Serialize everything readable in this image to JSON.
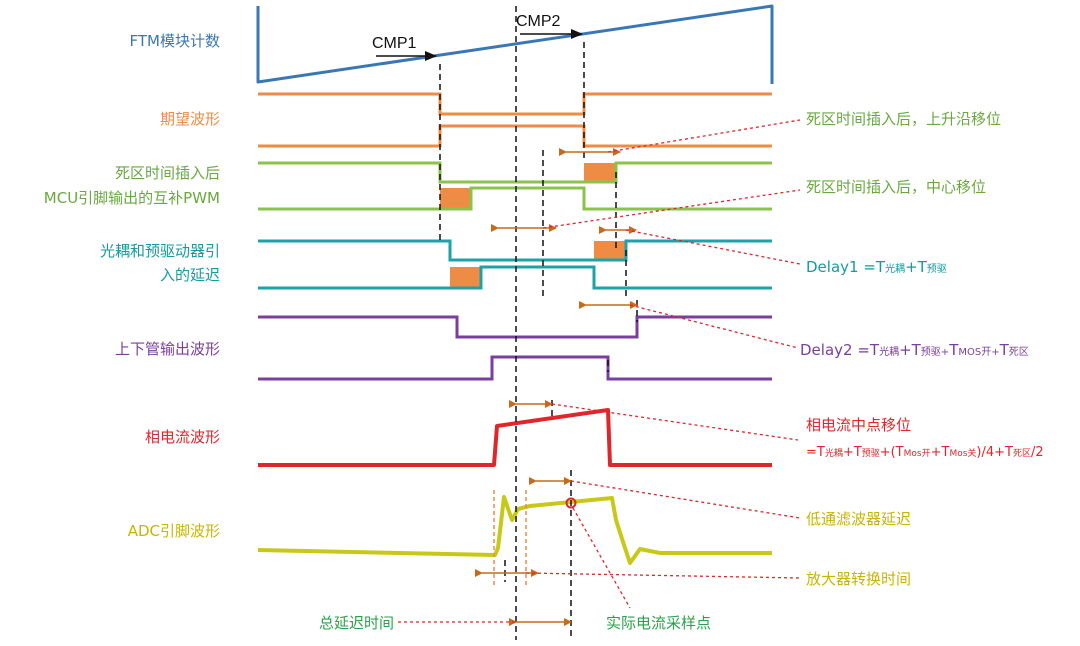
{
  "colors": {
    "blue": "#3a78b5",
    "orange": "#ee8c46",
    "green": "#8bc34a",
    "teal": "#1ba3a8",
    "purple": "#7a3f9d",
    "red": "#e0262a",
    "yellow": "#c8c818",
    "annot_green": "#6aa83f",
    "annot_teal": "#139ba0",
    "annot_purple": "#7a3f9d",
    "annot_red": "#e0262a",
    "annot_yellow": "#c9b400",
    "annot_bottom": "#27a24a",
    "arrow": "#c76a1a",
    "guide_red": "#e0262a"
  },
  "left_labels": {
    "ftm": "FTM模块计数",
    "expected": "期望波形",
    "deadtime_1": "死区时间插入后",
    "deadtime_2": "MCU引脚输出的互补PWM",
    "opto_1": "光耦和预驱动器引",
    "opto_2": "入的延迟",
    "bridge": "上下管输出波形",
    "phase": "相电流波形",
    "adc": "ADC引脚波形"
  },
  "cmp": {
    "cmp1": "CMP1",
    "cmp2": "CMP2"
  },
  "right_labels": {
    "rising_shift": "死区时间插入后，上升沿移位",
    "center_shift": "死区时间插入后，中心移位",
    "delay1": {
      "prefix": "Delay1 =T",
      "sub1": "光耦",
      "mid": "+T",
      "sub2": "预驱"
    },
    "delay2": {
      "prefix": "Delay2 =T",
      "sub1": "光耦",
      "mid1": "+T",
      "sub2": "预驱+",
      "mid2": "T",
      "sub3": "MOS开+",
      "mid3": "T",
      "sub4": "死区"
    },
    "phase_shift_title": "相电流中点移位",
    "phase_shift_formula": {
      "a": "=T",
      "s1": "光耦",
      "b": "+T",
      "s2": "预驱",
      "c": "+(T",
      "s3": "Mos开",
      "d": "+T",
      "s4": "Mos关",
      "e": ")/4+T",
      "s5": "死区",
      "f": "/2"
    },
    "lowpass": "低通滤波器延迟",
    "amp": "放大器转换时间"
  },
  "bottom_labels": {
    "total_delay": "总延迟时间",
    "sample_point": "实际电流采样点"
  }
}
